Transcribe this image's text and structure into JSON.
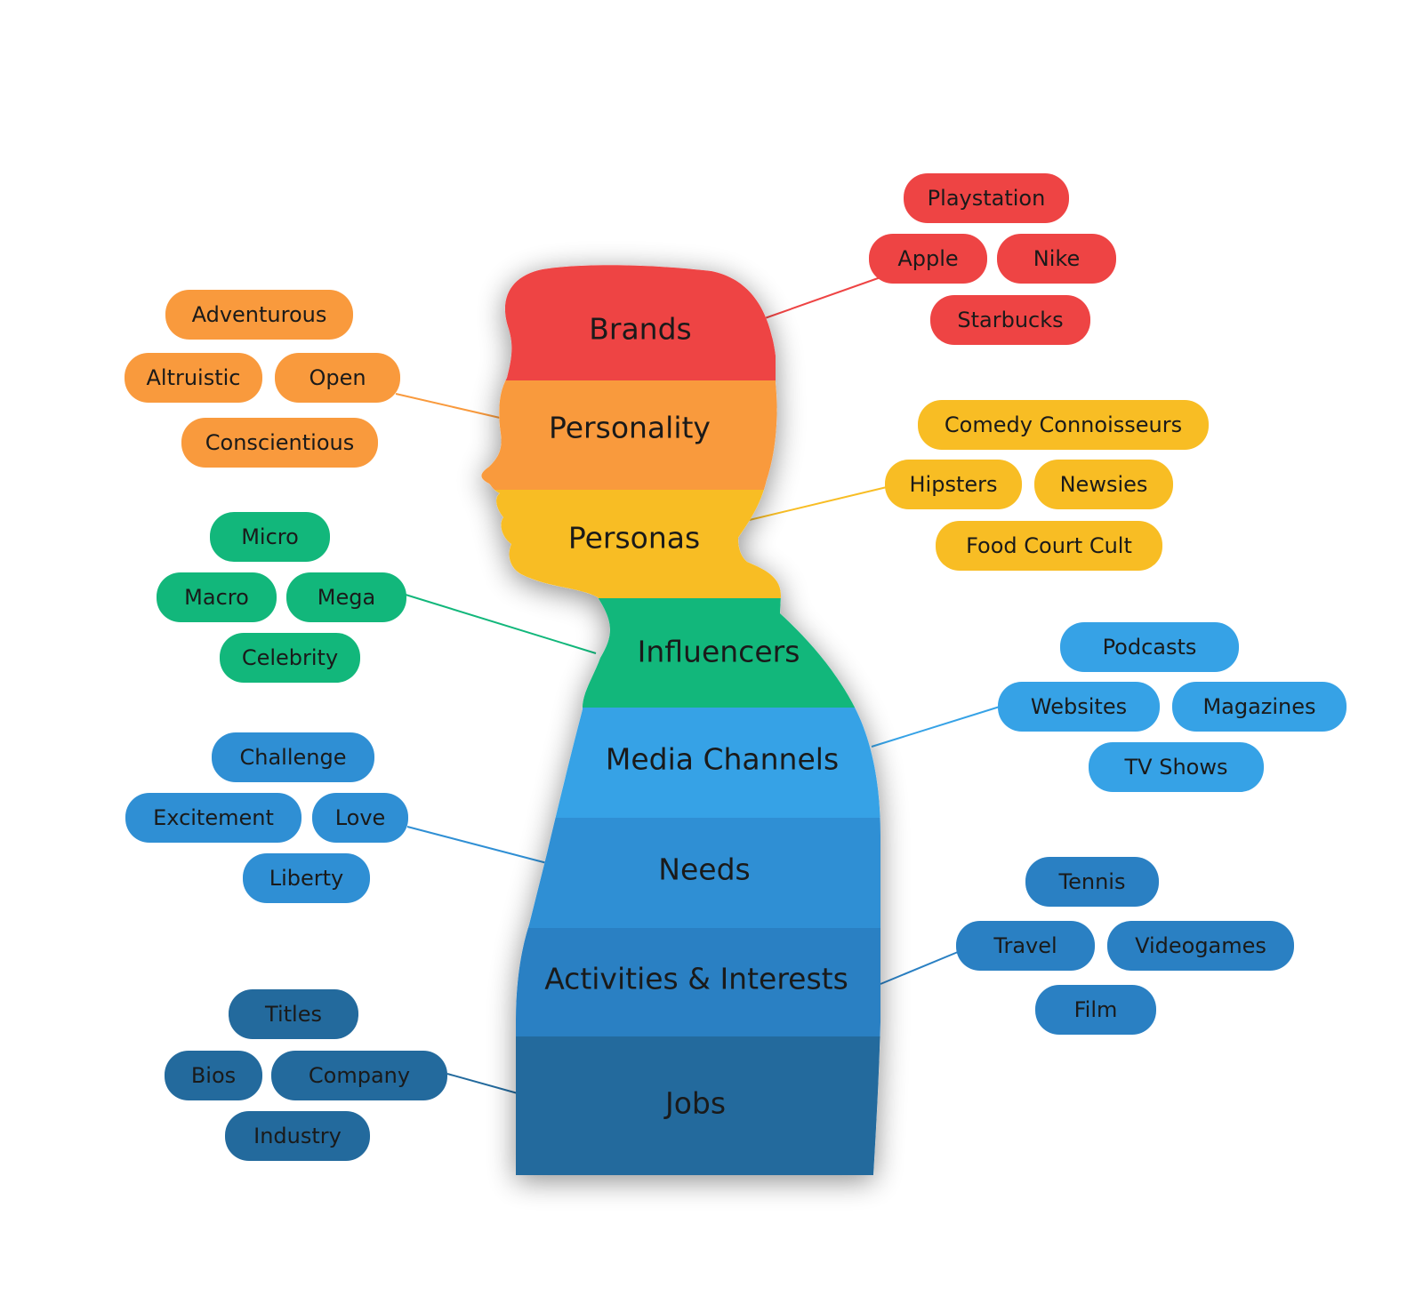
{
  "colors": {
    "brands": "#ee4444",
    "personality": "#f99a3d",
    "personas": "#f8bd24",
    "influencers": "#12b77b",
    "media_channels": "#36a2e6",
    "needs": "#2f8fd4",
    "activities": "#2a80c3",
    "jobs": "#236a9d"
  },
  "bands": [
    {
      "key": "brands",
      "label": "Brands"
    },
    {
      "key": "personality",
      "label": "Personality"
    },
    {
      "key": "personas",
      "label": "Personas"
    },
    {
      "key": "influencers",
      "label": "Influencers"
    },
    {
      "key": "media_channels",
      "label": "Media Channels"
    },
    {
      "key": "needs",
      "label": "Needs"
    },
    {
      "key": "activities",
      "label": "Activities & Interests"
    },
    {
      "key": "jobs",
      "label": "Jobs"
    }
  ],
  "groups": {
    "brands": [
      "Playstation",
      "Apple",
      "Nike",
      "Starbucks"
    ],
    "personality": [
      "Adventurous",
      "Altruistic",
      "Open",
      "Conscientious"
    ],
    "personas": [
      "Comedy Connoisseurs",
      "Hipsters",
      "Newsies",
      "Food Court Cult"
    ],
    "influencers": [
      "Micro",
      "Macro",
      "Mega",
      "Celebrity"
    ],
    "media_channels": [
      "Podcasts",
      "Websites",
      "Magazines",
      "TV Shows"
    ],
    "needs": [
      "Challenge",
      "Excitement",
      "Love",
      "Liberty"
    ],
    "activities": [
      "Tennis",
      "Travel",
      "Videogames",
      "Film"
    ],
    "jobs": [
      "Titles",
      "Bios",
      "Company",
      "Industry"
    ]
  }
}
